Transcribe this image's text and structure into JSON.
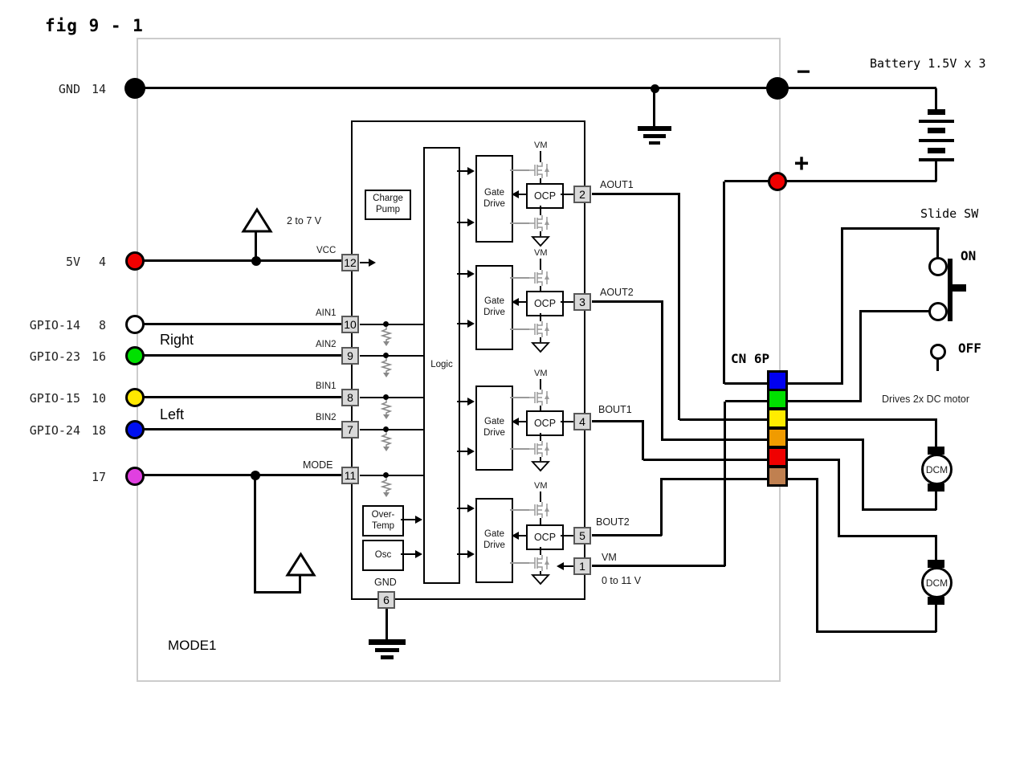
{
  "title": "fig 9 - 1",
  "frame_note": "MODE1",
  "rpi": {
    "rows": [
      {
        "name": "GND",
        "pin": "14",
        "color": "#000000"
      },
      {
        "name": "5V",
        "pin": "4",
        "color": "#f00000"
      },
      {
        "name": "GPIO-14",
        "pin": "8",
        "color": "#ffffff"
      },
      {
        "name": "GPIO-23",
        "pin": "16",
        "color": "#00e000"
      },
      {
        "name": "GPIO-15",
        "pin": "10",
        "color": "#ffe800"
      },
      {
        "name": "GPIO-24",
        "pin": "18",
        "color": "#0010f0"
      },
      {
        "name": "",
        "pin": "17",
        "color": "#e040e0"
      }
    ],
    "right_label": "Right",
    "left_label": "Left"
  },
  "ic": {
    "charge_pump": "Charge Pump",
    "logic": "Logic",
    "over_temp": "Over- Temp",
    "osc": "Osc",
    "gate_drive": "Gate Drive",
    "ocp": "OCP",
    "vm": "VM",
    "vcc_range": "2 to 7 V",
    "vm_range": "0 to 11 V",
    "pins_left": [
      {
        "num": "12",
        "label": "VCC"
      },
      {
        "num": "10",
        "label": "AIN1"
      },
      {
        "num": "9",
        "label": "AIN2"
      },
      {
        "num": "8",
        "label": "BIN1"
      },
      {
        "num": "7",
        "label": "BIN2"
      },
      {
        "num": "11",
        "label": "MODE"
      }
    ],
    "pin_gnd": {
      "num": "6",
      "label": "GND"
    },
    "pins_right": [
      {
        "num": "2",
        "label": "AOUT1"
      },
      {
        "num": "3",
        "label": "AOUT2"
      },
      {
        "num": "4",
        "label": "BOUT1"
      },
      {
        "num": "5",
        "label": "BOUT2"
      },
      {
        "num": "1",
        "label": "VM"
      }
    ]
  },
  "battery": {
    "label": "Battery 1.5V x 3",
    "minus": "−",
    "plus": "+"
  },
  "slide_sw": {
    "label": "Slide SW",
    "on": "ON",
    "off": "OFF"
  },
  "connector": {
    "label": "CN 6P",
    "pin_colors": [
      "#0000f0",
      "#00e000",
      "#ffec00",
      "#f09b00",
      "#f00000",
      "#c08050"
    ]
  },
  "motors": {
    "note": "Drives 2x DC motor",
    "name": "DCM"
  }
}
